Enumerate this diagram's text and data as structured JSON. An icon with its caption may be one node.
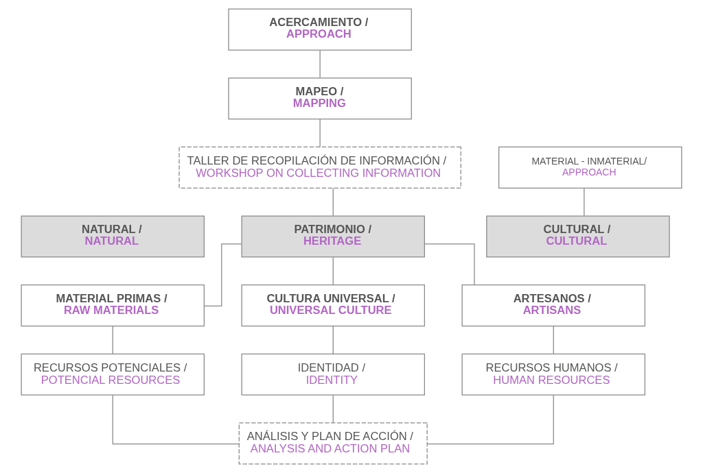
{
  "diagram": {
    "nodes": [
      {
        "text": [
          "ACERCAMIENTO /",
          "APPROACH"
        ]
      },
      {
        "text": [
          "MAPEO /",
          "MAPPING"
        ]
      },
      {
        "text": [
          "TALLER DE RECOPILACIÓN DE INFORMACIÓN /",
          "WORKSHOP ON COLLECTING INFORMATION"
        ]
      },
      {
        "text": [
          "MATERIAL - INMATERIAL/",
          "APPROACH"
        ]
      },
      {
        "text": [
          "NATURAL /",
          "NATURAL"
        ]
      },
      {
        "text": [
          "PATRIMONIO /",
          "HERITAGE"
        ]
      },
      {
        "text": [
          "CULTURAL /",
          "CULTURAL"
        ]
      },
      {
        "text": [
          "MATERIAL PRIMAS /",
          "RAW MATERIALS"
        ]
      },
      {
        "text": [
          "CULTURA UNIVERSAL /",
          "UNIVERSAL CULTURE"
        ]
      },
      {
        "text": [
          "ARTESANOS /",
          "ARTISANS"
        ]
      },
      {
        "text": [
          "RECURSOS POTENCIALES /",
          "POTENCIAL RESOURCES"
        ]
      },
      {
        "text": [
          "IDENTIDAD /",
          "IDENTITY"
        ]
      },
      {
        "text": [
          "RECURSOS HUMANOS /",
          "HUMAN RESOURCES"
        ]
      },
      {
        "text": [
          "ANÁLISIS Y PLAN DE ACCIÓN /",
          "ANALYSIS AND ACTION PLAN"
        ]
      }
    ],
    "edges": [
      {
        "from": 0,
        "to": 1,
        "arrow": "none"
      },
      {
        "from": 1,
        "to": 2,
        "arrow": "none"
      },
      {
        "from": 2,
        "to": 5,
        "arrow": "none"
      },
      {
        "from": 3,
        "to": 6,
        "arrow": "none"
      },
      {
        "from": 5,
        "to": 7,
        "arrow": "none"
      },
      {
        "from": 5,
        "to": 8,
        "arrow": "none"
      },
      {
        "from": 5,
        "to": 9,
        "arrow": "none"
      },
      {
        "from": 7,
        "to": 10,
        "arrow": "none"
      },
      {
        "from": 8,
        "to": 11,
        "arrow": "none"
      },
      {
        "from": 9,
        "to": 12,
        "arrow": "none"
      },
      {
        "from": 10,
        "to": 13,
        "arrow": "none"
      },
      {
        "from": 11,
        "to": 13,
        "arrow": "none"
      },
      {
        "from": 12,
        "to": 13,
        "arrow": "none"
      }
    ]
  }
}
